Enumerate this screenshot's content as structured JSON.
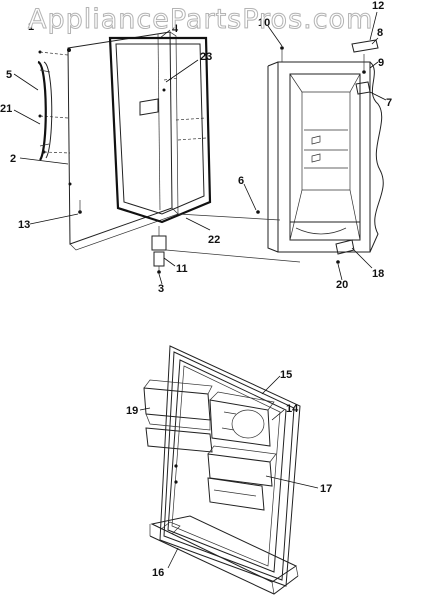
{
  "watermark": "AppliancePartsPros.com",
  "callouts": {
    "c12": "12",
    "c8": "8",
    "c9": "9",
    "c7": "7",
    "c10": "10",
    "c5": "5",
    "c21": "21",
    "c2": "2",
    "c23": "23",
    "c4": "4",
    "c1": "1",
    "c13": "13",
    "c6": "6",
    "c22": "22",
    "c11": "11",
    "c3": "3",
    "c18": "18",
    "c20": "20",
    "c15": "15",
    "c19": "19",
    "c14": "14",
    "c17": "17",
    "c16": "16"
  }
}
